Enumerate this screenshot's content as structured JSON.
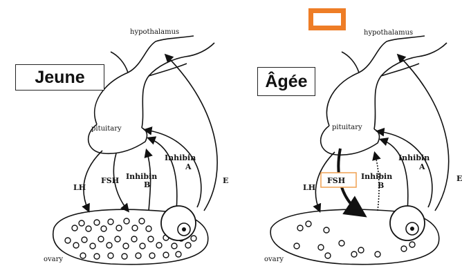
{
  "panels": [
    {
      "title": "Jeune",
      "labels": {
        "hypothalamus": "hypothalamus",
        "pituitary": "pituitary",
        "inhibin_a_1": "Inhibin",
        "inhibin_a_2": "A",
        "inhibin_b_1": "Inhibin",
        "inhibin_b_2": "B",
        "lh": "LH",
        "fsh": "FSH",
        "e": "E",
        "ovary": "ovary"
      }
    },
    {
      "title": "Âgée",
      "labels": {
        "hypothalamus": "hypothalamus",
        "pituitary": "pituitary",
        "inhibin_a_1": "Inhibin",
        "inhibin_a_2": "A",
        "inhibin_b_1": "Inhibin",
        "inhibin_b_2": "B",
        "lh": "LH",
        "fsh": "FSH",
        "e": "E",
        "ovary": "ovary"
      }
    }
  ],
  "colors": {
    "highlight": "#ee7d26",
    "fsh_box": "#f0a050",
    "ink": "#111111"
  }
}
